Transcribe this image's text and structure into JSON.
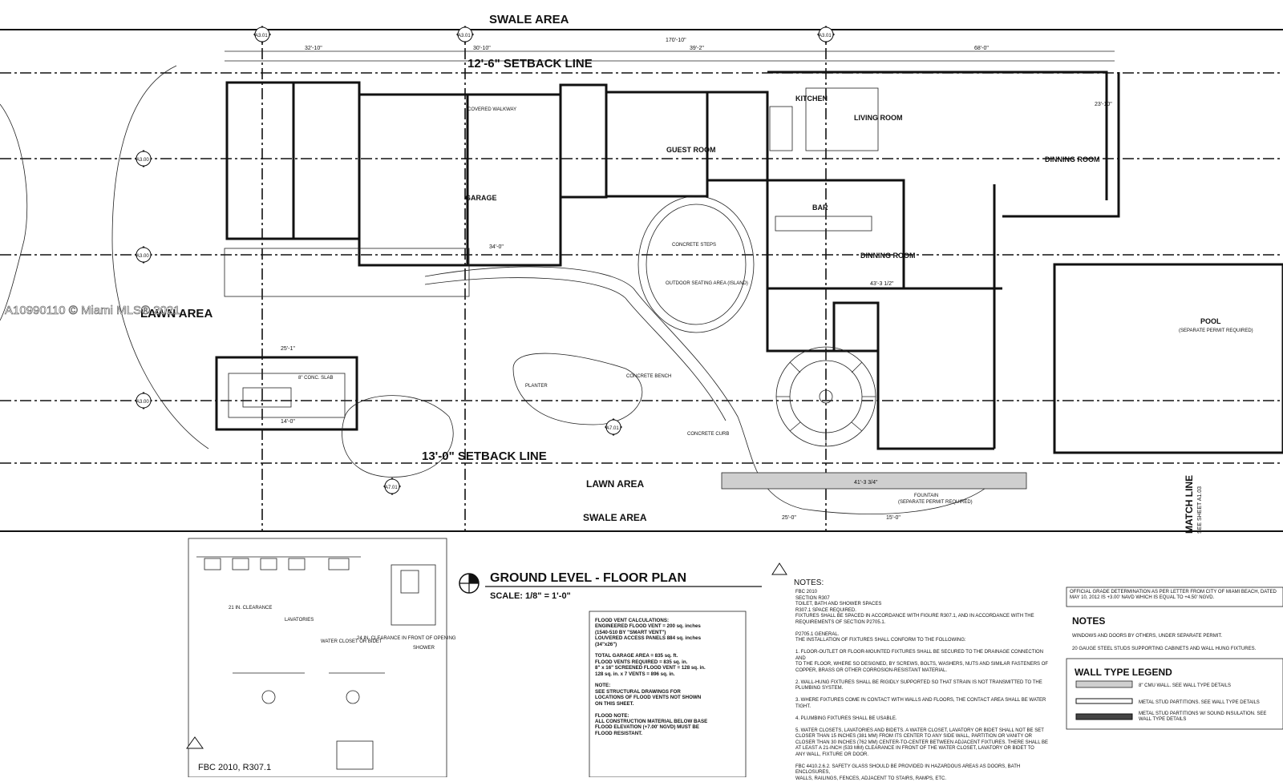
{
  "watermark": "A10990110 © Miami MLS® 2021",
  "areas": {
    "swale_top": "SWALE AREA",
    "setback_top": "12'-6\" SETBACK LINE",
    "setback_bottom": "13'-0\" SETBACK LINE",
    "lawn_left": "LAWN AREA",
    "lawn_bottom": "LAWN AREA",
    "swale_bottom": "SWALE AREA",
    "match_line": "MATCH LINE",
    "match_line_sub": "SEE SHEET A1.03"
  },
  "rooms": {
    "kitchen": "KITCHEN",
    "living": "LIVING ROOM",
    "dinning": "DINNING ROOM",
    "guest": "GUEST ROOM",
    "garage": "GARAGE",
    "bar": "BAR",
    "dining2": "DINNING ROOM",
    "pool": "POOL",
    "pool_sub": "(SEPARATE PERMIT REQUIRED)",
    "planter": "PLANTER",
    "concrete_bench": "CONCRETE BENCH",
    "concrete_steps": "CONCRETE STEPS",
    "concrete_curb": "CONCRETE CURB",
    "fountain": "FOUNTAIN",
    "fountain_sub": "(SEPARATE PERMIT REQUIRED)",
    "covered_walkway": "COVERED WALKWAY",
    "outdoor_seating": "OUTDOOR SEATING AREA (ISLAND)",
    "comp_slab": "8\" CONC. SLAB"
  },
  "dimensions": {
    "d1": "32'-10\"",
    "d2": "30'-10\"",
    "d3": "39'-2\"",
    "d4": "170'-10\"",
    "d5": "68'-0\"",
    "d6": "23'-10\"",
    "d7": "25'-1\"",
    "d8": "14'-0\"",
    "d9": "41'-3 3/4\"",
    "d10": "25'-0\"",
    "d11": "15'-0\"",
    "d12": "34'-0\"",
    "d13": "43'-3 1/2\""
  },
  "section_marks": [
    "A3.01",
    "A3.01",
    "A3.01",
    "A3.00",
    "A3.00",
    "A3.00",
    "A7.01",
    "A7.01"
  ],
  "title_block": {
    "title": "GROUND LEVEL  - FLOOR PLAN",
    "scale": "SCALE: 1/8\" = 1'-0\""
  },
  "flood_vent": {
    "heading": "FLOOD VENT CALCULATIONS:",
    "lines": [
      "ENGINEERED FLOOD VENT = 200 sq. inches",
      "(1540-510 BY \"SMART VENT\")",
      "LOUVERED ACCESS PANELS 884 sq. inches",
      "(34\"x26\")",
      "",
      "TOTAL GARAGE AREA = 835 sq. ft.",
      "FLOOD VENTS REQUIRED = 835 sq. in.",
      "8\" x 16\" SCREENED FLOOD VENT = 128 sq. in.",
      "128 sq. in. x 7 VENTS = 896 sq. in.",
      "",
      "NOTE:",
      "SEE STRUCTURAL DRAWINGS FOR",
      "LOCATIONS OF FLOOD VENTS NOT SHOWN",
      "ON THIS SHEET.",
      "",
      "FLOOD NOTE:",
      "ALL CONSTRUCTION MATERIAL BELOW BASE",
      "FLOOD ELEVATION (+7.00' NGVD) MUST BE",
      "FLOOD RESISTANT."
    ]
  },
  "notes_left": {
    "heading": "NOTES:",
    "body": "FBC 2010\nSECTION R307\nTOILET, BATH AND SHOWER SPACES\nR307.1 SPACE REQUIRED.\nFIXTURES SHALL BE SPACED IN ACCORDANCE WITH FIGURE R307.1, AND IN ACCORDANCE WITH THE\nREQUIREMENTS OF SECTION P2705.1.\n\nP2705.1 GENERAL.\nTHE INSTALLATION OF FIXTURES SHALL CONFORM TO THE FOLLOWING:\n\n1. FLOOR-OUTLET OR FLOOR-MOUNTED FIXTURES SHALL BE SECURED TO THE DRAINAGE CONNECTION AND\nTO THE FLOOR, WHERE SO DESIGNED, BY SCREWS, BOLTS, WASHERS, NUTS AND SIMILAR FASTENERS OF\nCOPPER, BRASS OR OTHER CORROSION-RESISTANT MATERIAL.\n\n2. WALL-HUNG FIXTURES SHALL BE RIGIDLY SUPPORTED SO THAT STRAIN IS NOT TRANSMITTED TO THE\nPLUMBING SYSTEM.\n\n3. WHERE FIXTURES COME IN CONTACT WITH WALLS AND FLOORS, THE CONTACT AREA SHALL BE WATER\nTIGHT.\n\n4. PLUMBING FIXTURES SHALL BE USABLE.\n\n5. WATER CLOSETS, LAVATORIES AND BIDETS. A WATER CLOSET, LAVATORY OR BIDET SHALL NOT BE SET\nCLOSER THAN 15 INCHES (381 MM) FROM ITS CENTER TO ANY SIDE WALL, PARTITION OR VANITY OR\nCLOSER THAN 30 INCHES (762 MM) CENTER-TO-CENTER BETWEEN ADJACENT FIXTURES. THERE SHALL BE\nAT LEAST A 21-INCH (533 MM) CLEARANCE IN FRONT OF THE WATER CLOSET, LAVATORY OR BIDET TO\nANY WALL, FIXTURE OR DOOR.\n\nFBC 4410.2.6.2.  SAFETY GLASS SHOULD BE PROVIDED IN HAZARDOUS AREAS AS DOORS, BATH ENCLOSURES,\nWALLS, RAILINGS, FENCES, ADJACENT TO STAIRS, RAMPS, ETC."
  },
  "grade_note": "OFFICIAL GRADE DETERMINATION AS PER LETTER FROM CITY OF MIAMI BEACH, DATED MAY 10, 2012 IS +3.00' NAVD WHICH IS EQUAL TO +4.50' NGVD.",
  "notes_right": {
    "heading": "NOTES",
    "line1": "WINDOWS AND DOORS BY OTHERS, UNDER SEPARATE PERMIT.",
    "line2": "20 GAUGE STEEL STUDS SUPPORTING CABINETS AND WALL HUNG FIXTURES."
  },
  "wall_legend": {
    "heading": "WALL TYPE LEGEND",
    "items": [
      "8\" CMU WALL. SEE WALL TYPE DETAILS",
      "METAL STUD PARTITIONS. SEE WALL TYPE DETAILS",
      "METAL STUD PARTITIONS W/ SOUND INSULATION. SEE WALL TYPE DETAILS"
    ]
  },
  "fbc_detail": {
    "label": "FBC 2010, R307.1",
    "lavatories": "LAVATORIES",
    "shower": "SHOWER",
    "water_closet": "WATER CLOSET OR BIDET",
    "clearance": "21 IN. CLEARANCE",
    "clearance2": "24 IN. CLEARANCE IN FRONT OF OPENING"
  }
}
